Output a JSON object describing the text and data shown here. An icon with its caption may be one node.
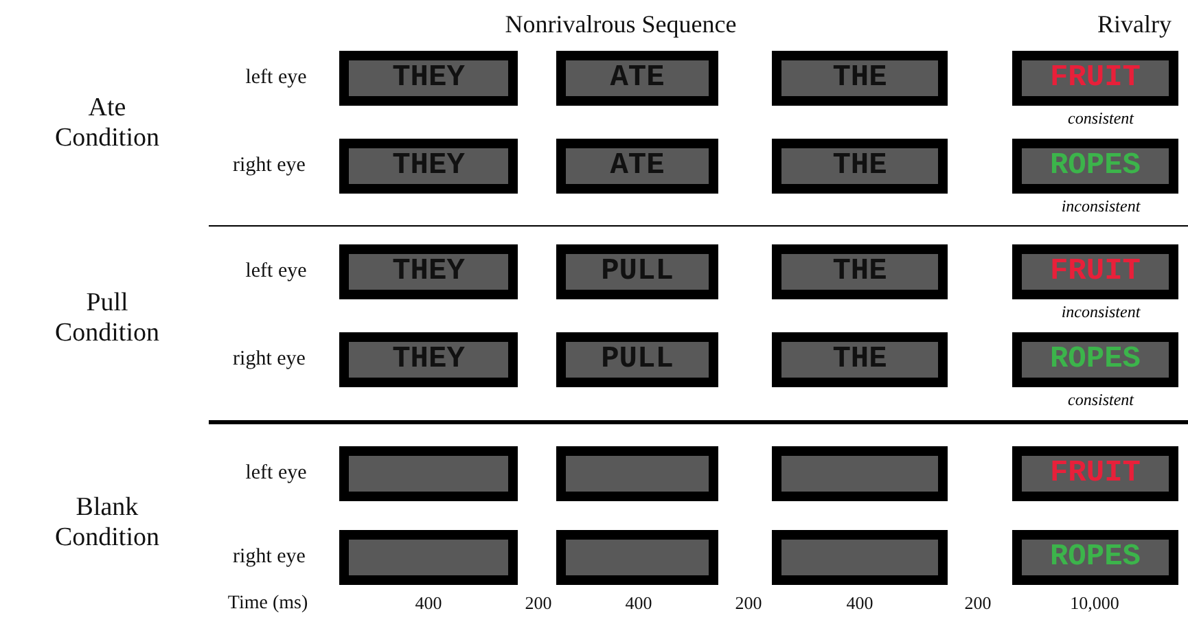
{
  "diagram": {
    "nodes": [
      {
        "text": [
          "THEY"
        ]
      },
      {
        "text": [
          "ATE"
        ]
      },
      {
        "text": [
          "THE"
        ]
      },
      {
        "text": [
          "FRUIT"
        ],
        "beside": [
          "consistent"
        ]
      },
      {
        "text": [
          "THEY"
        ]
      },
      {
        "text": [
          "ATE"
        ]
      },
      {
        "text": [
          "THE"
        ]
      },
      {
        "text": [
          "ROPES"
        ],
        "beside": [
          "inconsistent"
        ]
      },
      {
        "text": [
          "THEY"
        ]
      },
      {
        "text": [
          "PULL"
        ]
      },
      {
        "text": [
          "THE"
        ]
      },
      {
        "text": [
          "FRUIT"
        ],
        "beside": [
          "inconsistent"
        ]
      },
      {
        "text": [
          "THEY"
        ]
      },
      {
        "text": [
          "PULL"
        ]
      },
      {
        "text": [
          "THE"
        ]
      },
      {
        "text": [
          "ROPES"
        ],
        "beside": [
          "consistent"
        ]
      },
      {
        "text": [],
        "shape": "box"
      },
      {
        "text": [],
        "shape": "box"
      },
      {
        "text": [],
        "shape": "box"
      },
      {
        "text": [
          "FRUIT"
        ]
      },
      {
        "text": [],
        "shape": "box"
      },
      {
        "text": [],
        "shape": "box"
      },
      {
        "text": [],
        "shape": "box"
      },
      {
        "text": [
          "ROPES"
        ]
      }
    ],
    "labels": [
      "Nonrivalrous Sequence",
      "Rivalry",
      "left eye",
      "Ate Condition",
      "right eye",
      "left eye",
      "Pull Condition",
      "right eye",
      "left eye",
      "Blank Condition",
      "right eye",
      "Time (ms)",
      "400",
      "200",
      "400",
      "200",
      "400",
      "200",
      "10,000"
    ]
  }
}
